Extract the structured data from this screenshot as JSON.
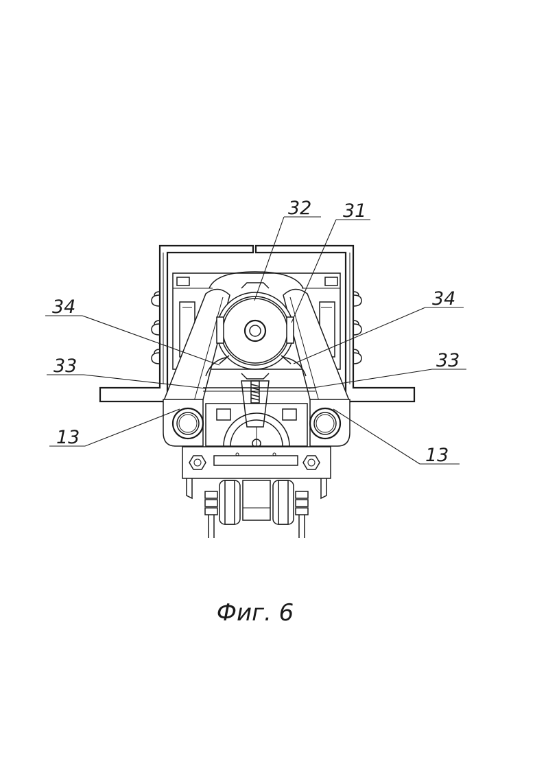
{
  "figure": {
    "caption": "Фиг. 6",
    "callouts": {
      "c32": "32",
      "c31": "31",
      "c34_left": "34",
      "c34_right": "34",
      "c33_left": "33",
      "c33_right": "33",
      "c13_left": "13",
      "c13_right": "13"
    }
  }
}
